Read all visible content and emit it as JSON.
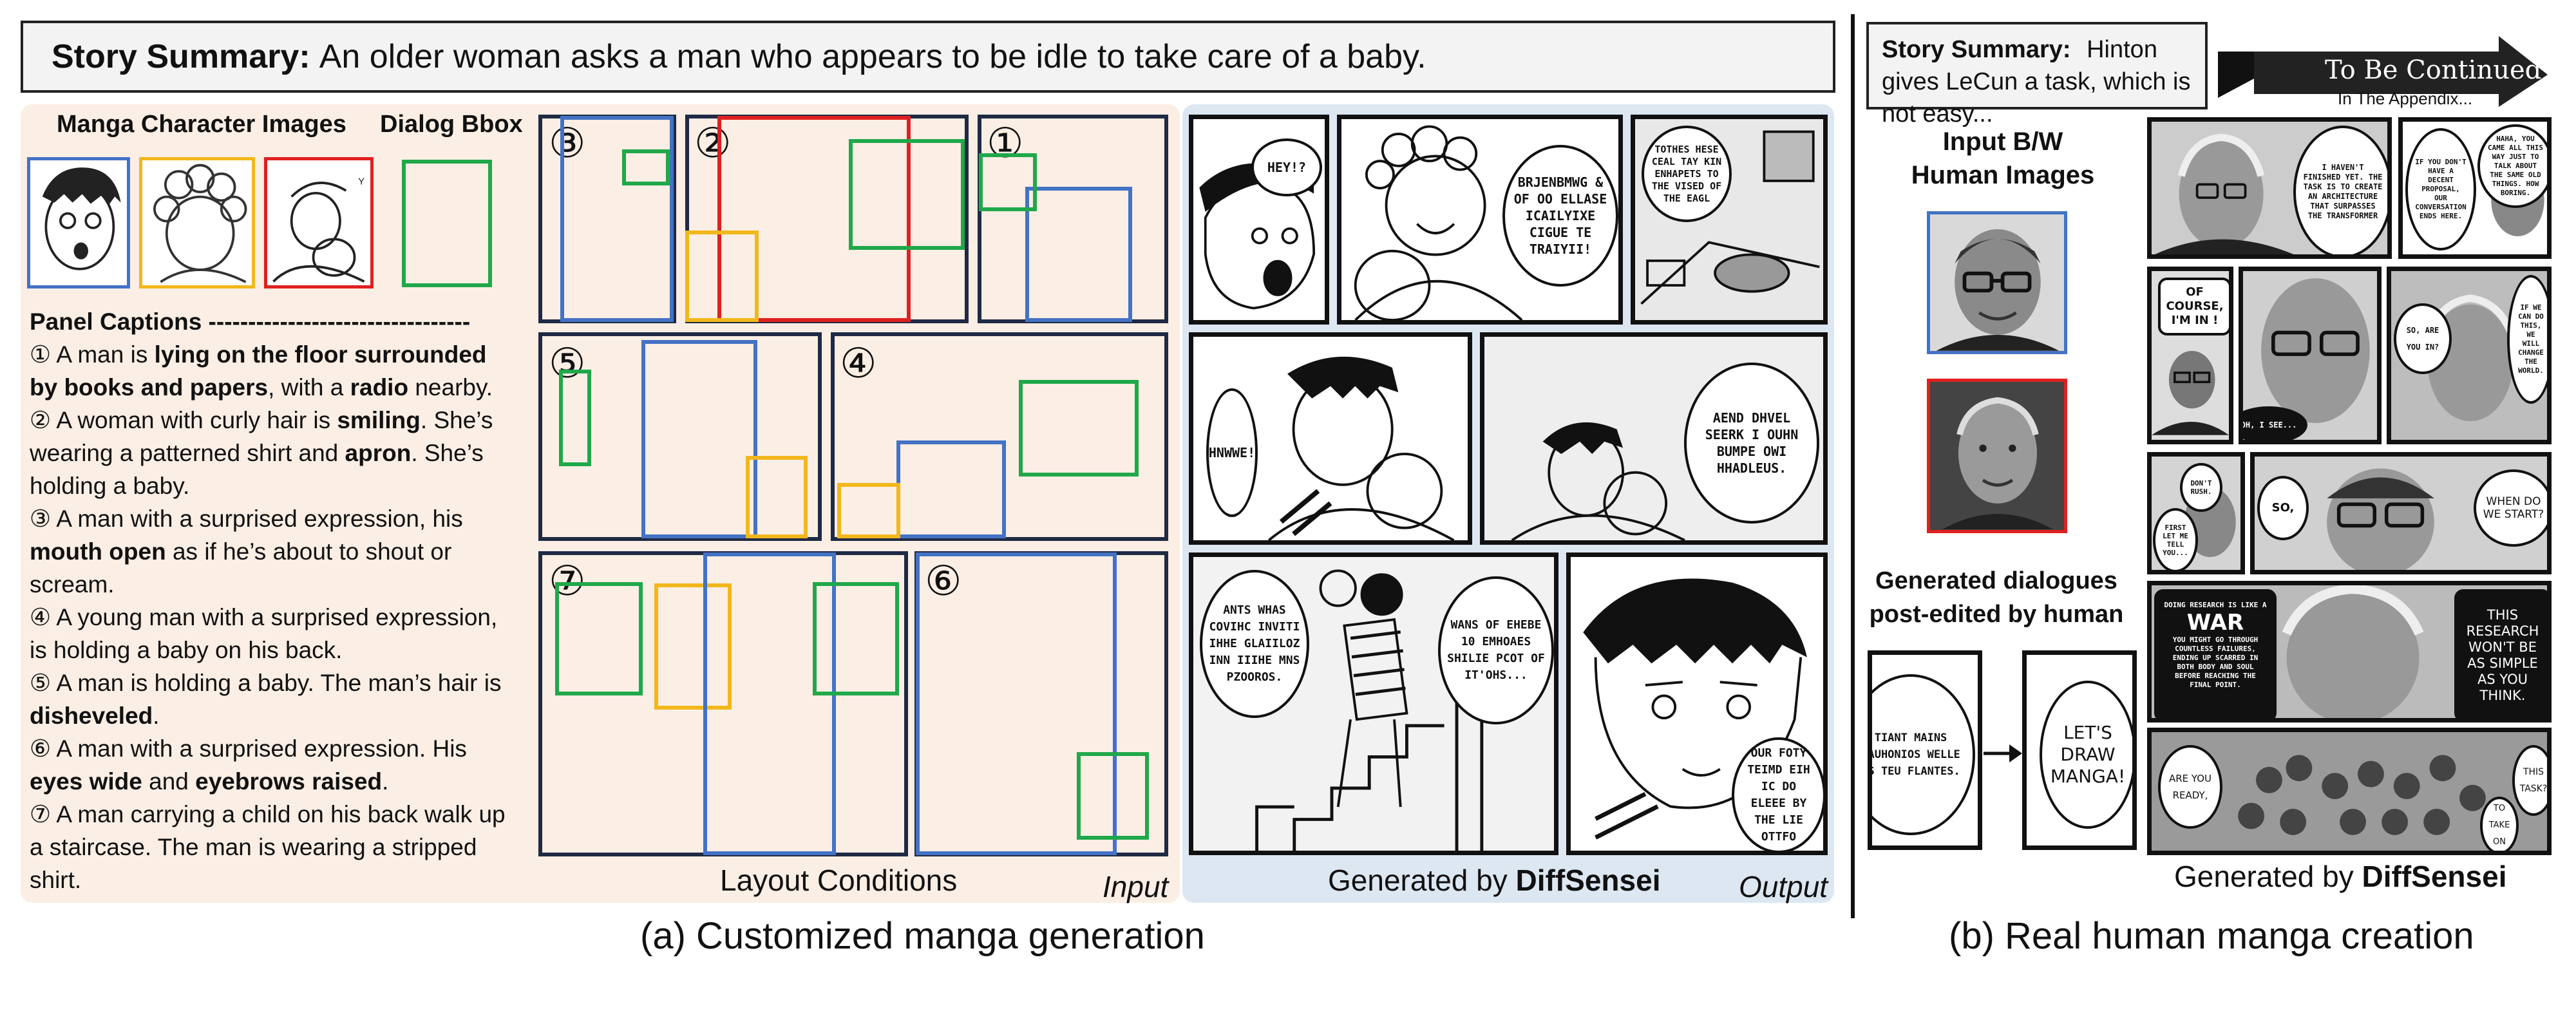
{
  "part_a": {
    "story_summary_label": "Story Summary:",
    "story_summary_text": "An older woman asks a man who appears to be idle to take care of a baby.",
    "character_images_label": "Manga Character Images",
    "dialog_bbox_label": "Dialog Bbox",
    "panel_captions_title": "Panel Captions ---------------------------------",
    "captions": [
      {
        "n": "①",
        "parts": [
          [
            "A man is ",
            false
          ],
          [
            "lying on the floor surrounded by books and papers",
            true
          ],
          [
            ", with a ",
            false
          ],
          [
            "radio",
            true
          ],
          [
            " nearby.",
            false
          ]
        ]
      },
      {
        "n": "②",
        "parts": [
          [
            "A woman with curly hair is ",
            false
          ],
          [
            "smiling",
            true
          ],
          [
            ". She’s wearing a patterned shirt and ",
            false
          ],
          [
            "apron",
            true
          ],
          [
            ". She’s holding a baby.",
            false
          ]
        ]
      },
      {
        "n": "③",
        "parts": [
          [
            "A man with a surprised expression, his ",
            false
          ],
          [
            "mouth open",
            true
          ],
          [
            " as if he’s about to shout or scream.",
            false
          ]
        ]
      },
      {
        "n": "④",
        "parts": [
          [
            "A young man with a surprised expression, is holding a baby on his back.",
            false
          ]
        ]
      },
      {
        "n": "⑤",
        "parts": [
          [
            "A man is holding a baby. The man’s hair is ",
            false
          ],
          [
            "disheveled",
            true
          ],
          [
            ".",
            false
          ]
        ]
      },
      {
        "n": "⑥",
        "parts": [
          [
            "A man with a surprised expression. His ",
            false
          ],
          [
            "eyes wide",
            true
          ],
          [
            " and ",
            false
          ],
          [
            "eyebrows raised",
            true
          ],
          [
            ".",
            false
          ]
        ]
      },
      {
        "n": "⑦",
        "parts": [
          [
            "A man carrying a child on his back walk up a staircase. The man is wearing a stripped shirt.",
            false
          ]
        ]
      }
    ],
    "panel_numbers": [
      "③",
      "②",
      "①",
      "⑤",
      "④",
      "⑦",
      "⑥"
    ],
    "layout_conditions_label": "Layout Conditions",
    "input_label": "Input",
    "generated_by_prefix": "Generated by ",
    "generated_by_name": "DiffSensei",
    "output_label": "Output",
    "bubbles": [
      "HEY!?",
      "BRJENBMWG & OF OO ELLASE ICAILYIXE CIGUE TE TRAIYII!",
      "TOTHES HESE CEAL TAY KIN ENHAPETS TO THE VISED OF THE EAGL",
      "HNWWE!",
      "AEND DHVEL SEERK I OUHN BUMPE OWI HHADLEUS.",
      "ANTS WHAS COVIHC INVITI IHHE GLAIILOZ INN IIIHE MNS PZOOROS.",
      "WANS OF EHEBE 10 EMHOAES SHILIE PCOT OF IT'OHS...",
      "OUR FOTY TEIMD EIH IC DO ELEEE BY THE LIE OTTFO"
    ],
    "caption": "(a) Customized manga generation",
    "colors": {
      "blue": "#4472c4",
      "red": "#e02020",
      "green": "#1fa84a",
      "yellow": "#f2b71b",
      "input_bg": "#fbeee4",
      "output_bg": "#dde7f2"
    }
  },
  "part_b": {
    "story_summary_label": "Story Summary:",
    "story_summary_text": "Hinton gives LeCun a task, which is not easy...",
    "to_be_continued": "To Be Continued",
    "appendix_note": "In The Appendix...",
    "input_images_label": "Input B/W Human Images",
    "dialogues_label": "Generated dialogues post-edited by human",
    "generated_dialogue": "TIANT MAINS FAUHONIOS WELLE AS TEU FLANTES.",
    "edited_dialogue": "LET'S DRAW MANGA!",
    "generated_by_prefix": "Generated by ",
    "generated_by_name": "DiffSensei",
    "bubbles": [
      "I HAVEN'T FINISHED YET. THE TASK IS TO CREATE AN ARCHITECTURE THAT SURPASSES THE TRANSFORMER",
      "IF YOU DON'T HAVE A DECENT PROPOSAL, OUR CONVERSATION ENDS HERE.",
      "HAHA, YOU CAME ALL THIS WAY JUST TO TALK ABOUT THE SAME OLD THINGS. HOW BORING.",
      "OF COURSE, I'M IN !",
      "OH, I SEE...",
      "SO, ARE YOU IN?",
      "IF WE CAN DO THIS, WE WILL CHANGE THE WORLD.",
      "DON'T RUSH.",
      "FIRST LET ME TELL YOU...",
      "SO,",
      "WHEN DO WE START?",
      "DOING RESEARCH IS LIKE A",
      "WAR",
      "YOU MIGHT GO THROUGH COUNTLESS FAILURES, ENDING UP SCARRED IN BOTH BODY AND SOUL BEFORE REACHING THE FINAL POINT.",
      "THIS RESEARCH WON'T BE AS SIMPLE AS YOU THINK.",
      "ARE YOU READY,",
      "TO TAKE ON",
      "THIS TASK?"
    ],
    "caption": "(b) Real human manga creation"
  }
}
